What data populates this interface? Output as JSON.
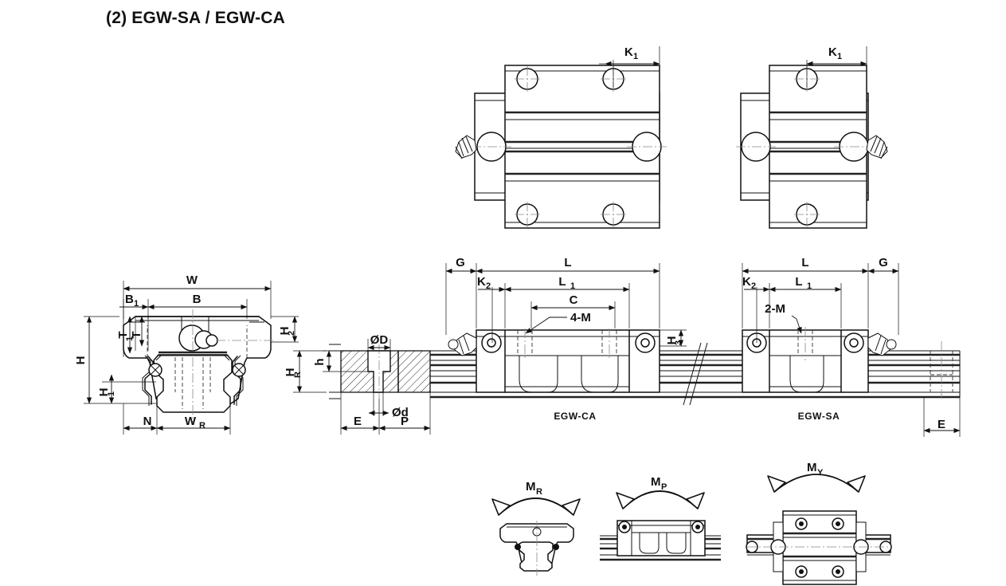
{
  "page": {
    "title": "(2) EGW-SA / EGW-CA",
    "section_number": "(2)",
    "series": [
      "EGW-SA",
      "EGW-CA"
    ]
  },
  "views": {
    "top_left": {
      "name": "EGW-CA top view",
      "dimension_labels": [
        "K1"
      ],
      "mounting_holes": 4,
      "has_grease_nipple": true,
      "grease_nipple_side": "left"
    },
    "top_right": {
      "name": "EGW-SA top view",
      "dimension_labels": [
        "K1"
      ],
      "mounting_holes": 2,
      "has_grease_nipple": true,
      "grease_nipple_side": "right"
    },
    "cross_section": {
      "name": "Front cross-section view",
      "dimension_labels": [
        "W",
        "B",
        "B1",
        "T",
        "T1",
        "H",
        "H1",
        "H2",
        "N",
        "WR",
        "HR"
      ]
    },
    "rail_section": {
      "name": "Rail mounting hole detail",
      "dimension_labels": [
        "ØD",
        "Ød",
        "h",
        "E",
        "P"
      ]
    },
    "side_ca": {
      "name": "EGW-CA side view",
      "caption": "EGW-CA",
      "dimension_labels": [
        "G",
        "L",
        "L1",
        "K2",
        "C",
        "H3"
      ],
      "thread_callout": "4-M"
    },
    "side_sa": {
      "name": "EGW-SA side view",
      "caption": "EGW-SA",
      "dimension_labels": [
        "G",
        "L",
        "L1",
        "K2",
        "E"
      ],
      "thread_callout": "2-M"
    }
  },
  "moment_diagrams": [
    {
      "id": "roll",
      "label": "M",
      "sub": "R",
      "view": "front view of block on rail"
    },
    {
      "id": "pitch",
      "label": "M",
      "sub": "P",
      "view": "side view of block on rail"
    },
    {
      "id": "yaw",
      "label": "M",
      "sub": "Y",
      "view": "top view of block on rail"
    }
  ],
  "dimension_labels": {
    "W": "W",
    "B": "B",
    "B1": "B",
    "B1_sub": "1",
    "T": "T",
    "T1": "T",
    "T1_sub": "1",
    "H": "H",
    "H1": "H",
    "H1_sub": "1",
    "H2": "H",
    "H2_sub": "2",
    "H3": "H",
    "H3_sub": "3",
    "HR": "H",
    "HR_sub": "R",
    "N": "N",
    "WR": "W",
    "WR_sub": "R",
    "K1": "K",
    "K1_sub": "1",
    "K2": "K",
    "K2_sub": "2",
    "L": "L",
    "L1": "L",
    "L1_sub": "1",
    "C": "C",
    "G": "G",
    "E": "E",
    "P": "P",
    "h": "h",
    "OD": "ØD",
    "Od": "Ød",
    "thread_4M": "4-M",
    "thread_2M": "2-M"
  },
  "captions": {
    "ca": "EGW-CA",
    "sa": "EGW-SA"
  },
  "colors": {
    "line": "#111111",
    "hidden": "#333333",
    "center": "#888888",
    "background": "#ffffff"
  }
}
